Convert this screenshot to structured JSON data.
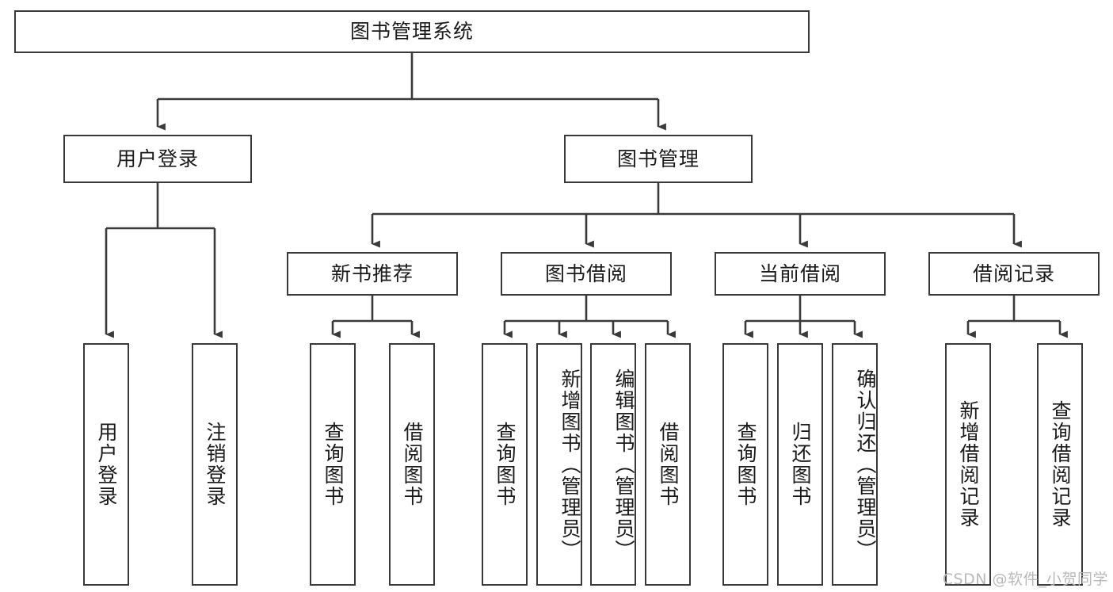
{
  "diagram": {
    "title": "图书管理系统",
    "type": "tree",
    "watermark": "CSDN @软件_小贺同学",
    "colors": {
      "box_border": "#3a3a3a",
      "box_fill": "#ffffff",
      "edge": "#3a3a3a",
      "text": "#1a1a1a",
      "watermark": "#b9b9b9"
    },
    "levels": {
      "root": {
        "label": "图书管理系统"
      },
      "level2": [
        {
          "id": "user-login",
          "label": "用户登录"
        },
        {
          "id": "book-manage",
          "label": "图书管理"
        }
      ],
      "level3": [
        {
          "id": "new-book-rec",
          "label": "新书推荐"
        },
        {
          "id": "book-borrow",
          "label": "图书借阅"
        },
        {
          "id": "current-borrow",
          "label": "当前借阅"
        },
        {
          "id": "borrow-record",
          "label": "借阅记录"
        }
      ],
      "leaves": [
        {
          "id": "leaf-user-login",
          "label": "用户登录",
          "parent": "user-login"
        },
        {
          "id": "leaf-user-logout",
          "label": "注销登录",
          "parent": "user-login"
        },
        {
          "id": "leaf-query-book-1",
          "label": "查询图书",
          "parent": "new-book-rec"
        },
        {
          "id": "leaf-borrow-book-1",
          "label": "借阅图书",
          "parent": "new-book-rec"
        },
        {
          "id": "leaf-query-book-2",
          "label": "查询图书",
          "parent": "book-borrow"
        },
        {
          "id": "leaf-add-book",
          "label": "新增图书（管理员）",
          "parent": "book-borrow"
        },
        {
          "id": "leaf-edit-book",
          "label": "编辑图书（管理员）",
          "parent": "book-borrow"
        },
        {
          "id": "leaf-borrow-book-2",
          "label": "借阅图书",
          "parent": "book-borrow"
        },
        {
          "id": "leaf-query-book-3",
          "label": "查询图书",
          "parent": "current-borrow"
        },
        {
          "id": "leaf-return-book",
          "label": "归还图书",
          "parent": "current-borrow"
        },
        {
          "id": "leaf-confirm-return",
          "label": "确认归还（管理员）",
          "parent": "current-borrow"
        },
        {
          "id": "leaf-add-record",
          "label": "新增借阅记录",
          "parent": "borrow-record"
        },
        {
          "id": "leaf-query-record",
          "label": "查询借阅记录",
          "parent": "borrow-record"
        }
      ]
    }
  }
}
